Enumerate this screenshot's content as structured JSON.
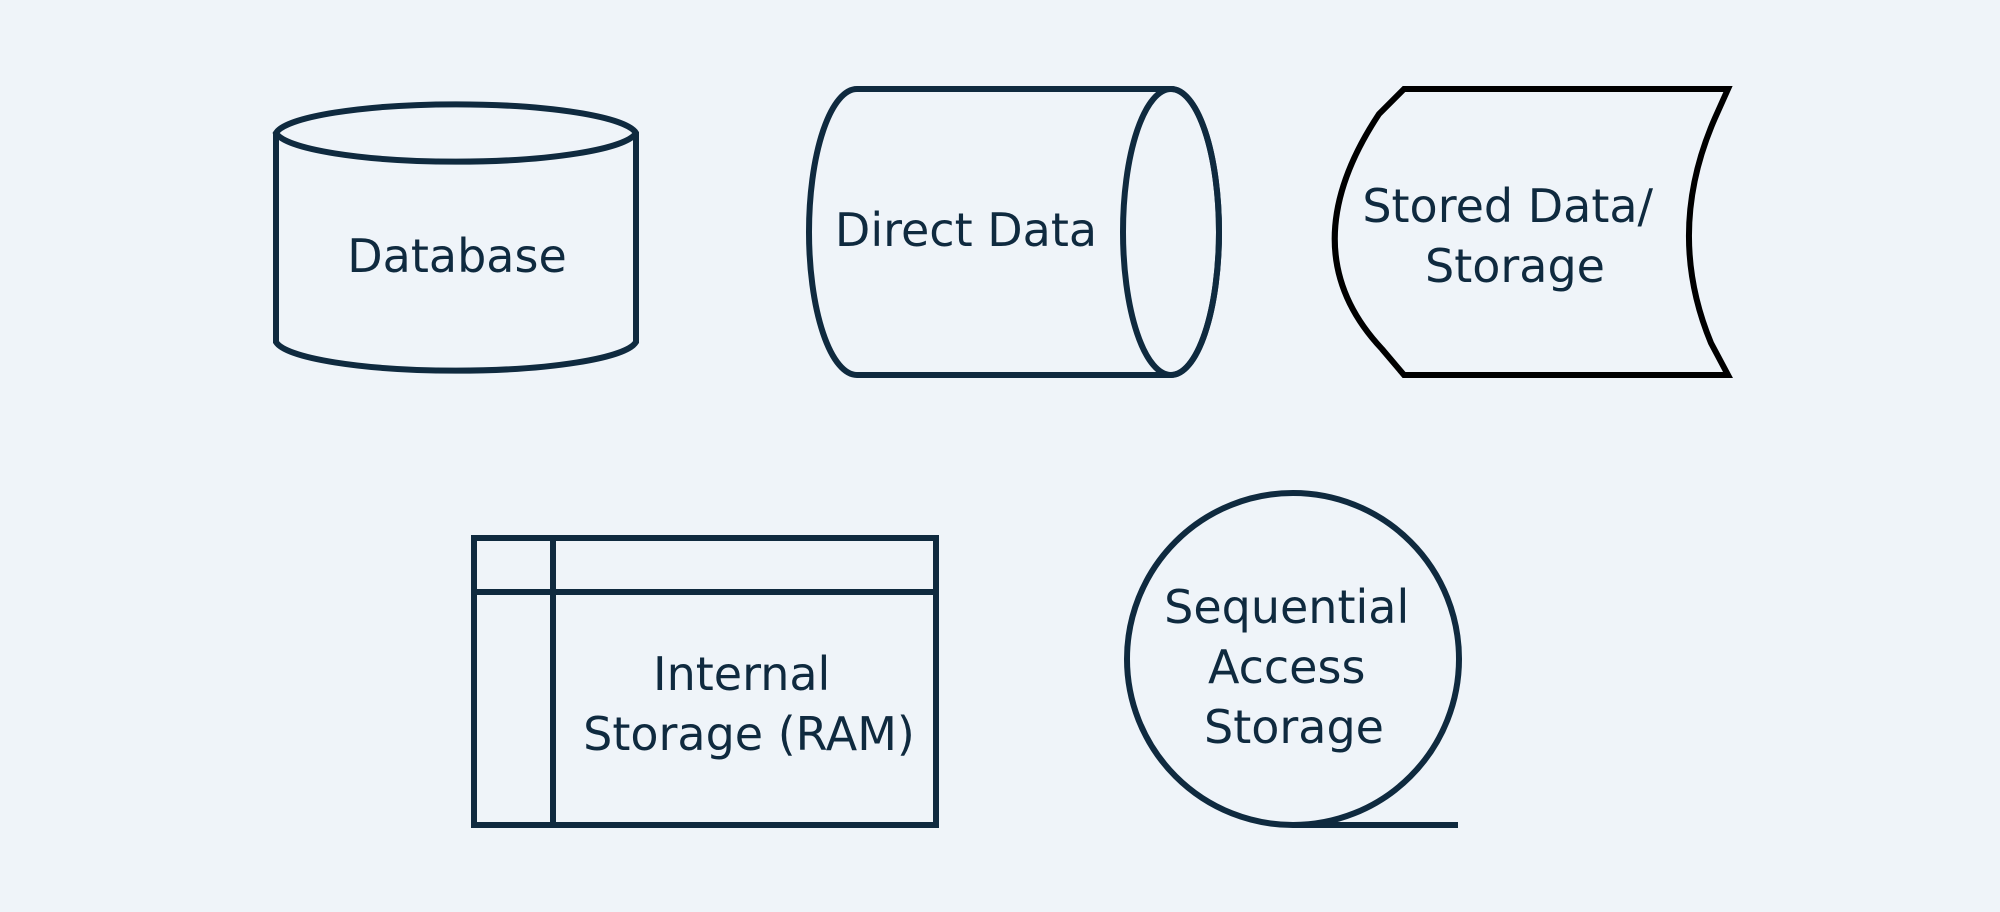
{
  "diagram": {
    "colors": {
      "background": "#eff4f9",
      "stroke": "#0f2a3f",
      "stored_stroke": "#000000",
      "text": "#0f2a3f"
    },
    "shapes": {
      "database": {
        "lines": [
          "Database"
        ]
      },
      "direct_data": {
        "lines": [
          "Direct Data"
        ]
      },
      "stored_data": {
        "lines": [
          "Stored Data/",
          "Storage"
        ]
      },
      "internal_storage": {
        "lines": [
          "Internal",
          "Storage (RAM)"
        ]
      },
      "sequential_access": {
        "lines": [
          "Sequential",
          "Access",
          "Storage"
        ]
      }
    }
  }
}
